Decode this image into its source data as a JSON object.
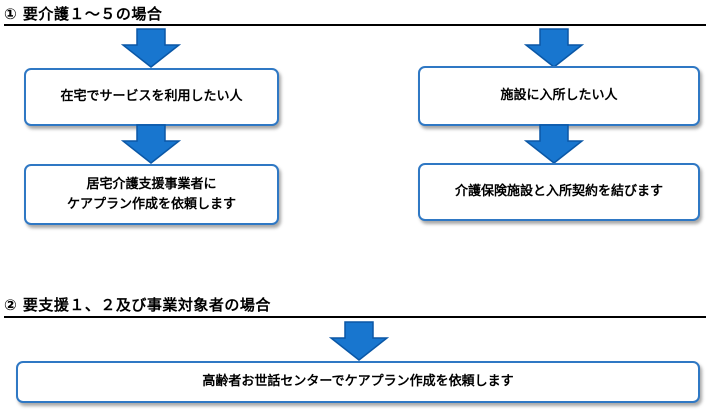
{
  "colors": {
    "arrow_fill": "#1876cf",
    "arrow_outline": "#0a57a6",
    "box_border": "#2f78c4",
    "rule": "#000000"
  },
  "section1": {
    "title": "① 要介護１～５の場合",
    "left_flow": {
      "box1": "在宅でサービスを利用したい人",
      "box2": "居宅介護支援事業者に\nケアプラン作成を依頼します"
    },
    "right_flow": {
      "box1": "施設に入所したい人",
      "box2": "介護保険施設と入所契約を結びます"
    }
  },
  "section2": {
    "title": "② 要支援１、２及び事業対象者の場合",
    "box1": "高齢者お世話センターでケアプラン作成を依頼します"
  }
}
